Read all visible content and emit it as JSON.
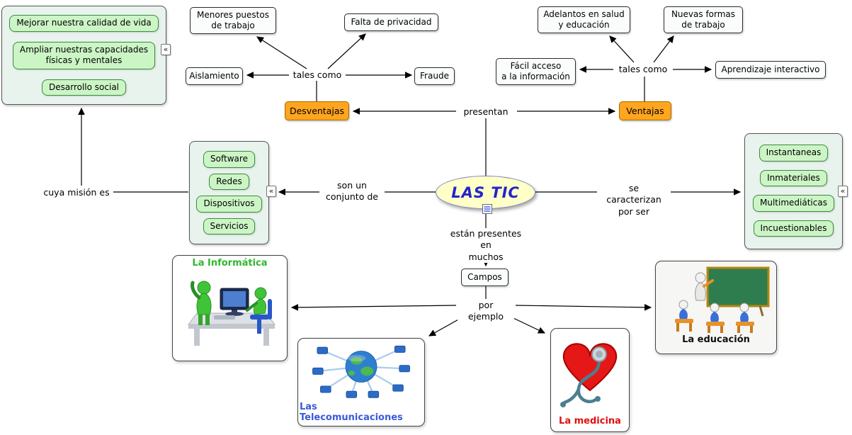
{
  "map": {
    "center": "LAS TIC",
    "links": {
      "presentan": "presentan",
      "tales_como_izq": "tales como",
      "tales_como_der": "tales como",
      "son_un_conjunto_de": "son un\nconjunto de",
      "cuya_mision_es": "cuya misión es",
      "se_caracterizan_por_ser": "se caracterizan\npor ser",
      "estan_presentes_en_muchos": "están presentes en\nmuchos",
      "por_ejemplo": "por ejemplo"
    },
    "nodes": {
      "desventajas": "Desventajas",
      "ventajas": "Ventajas",
      "aislamiento": "Aislamiento",
      "menores_puestos": "Menores puestos\nde trabajo",
      "falta_privacidad": "Falta de privacidad",
      "fraude": "Fraude",
      "facil_acceso": "Fácil acceso\na la información",
      "adelantos_salud": "Adelantos en salud\ny educación",
      "nuevas_formas": "Nuevas formas\nde trabajo",
      "aprendizaje_interactivo": "Aprendizaje interactivo",
      "campos": "Campos"
    },
    "grupo_mision": [
      "Mejorar nuestra calidad de vida",
      "Ampliar nuestras capacidades\nfísicas y mentales",
      "Desarrollo social"
    ],
    "grupo_conjunto": [
      "Software",
      "Redes",
      "Dispositivos",
      "Servicios"
    ],
    "grupo_caracteristicas": [
      "Instantaneas",
      "Inmateriales",
      "Multimediáticas",
      "Incuestionables"
    ],
    "ejemplos": {
      "informatica": "La Informática",
      "telecomunicaciones": "Las Telecomunicaciones",
      "medicina": "La medicina",
      "educacion": "La educación"
    },
    "icons": {
      "collapse": "«"
    },
    "colors": {
      "nodo_destacado": "#FFA51E",
      "nodo_verde": "#CCF5C6",
      "contenedor": "#E9F3EE",
      "ovalo_fondo": "#FFFFC8",
      "ovalo_texto": "#2424CC",
      "titulo_informatica": "#2EB82E",
      "titulo_telecom": "#3A5AD9",
      "titulo_medicina": "#E01010",
      "titulo_educacion": "#111111"
    }
  }
}
